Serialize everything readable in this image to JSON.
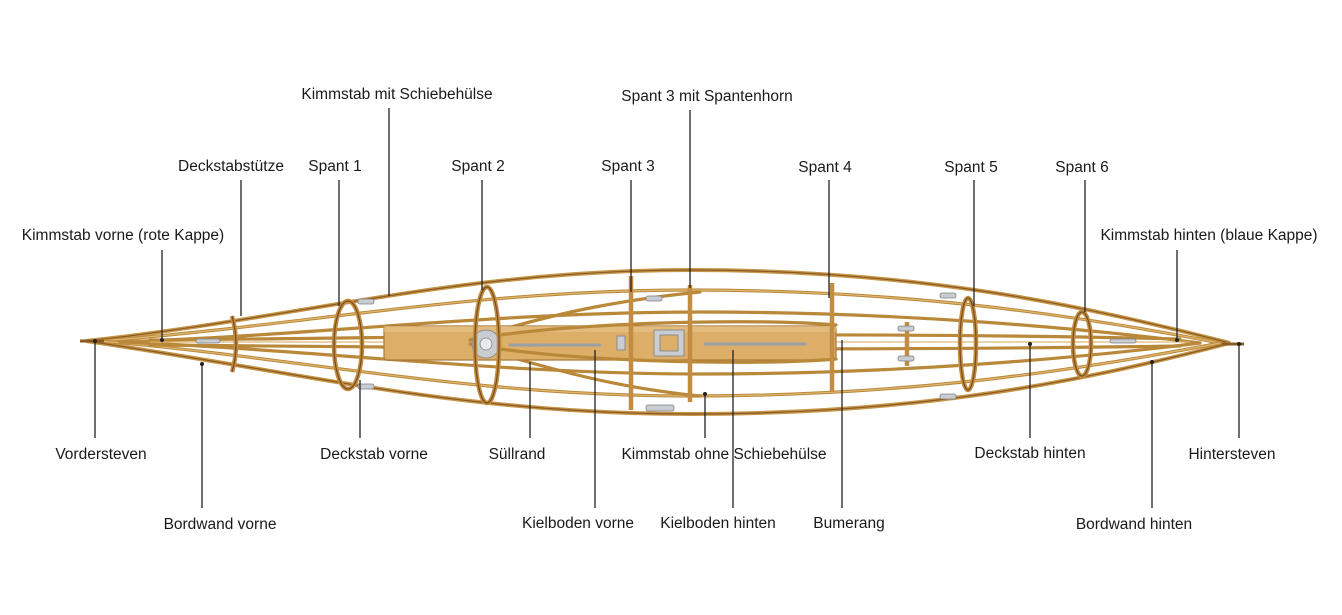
{
  "labels": {
    "kimmstab_schiebehuelse": "Kimmstab mit Schiebehülse",
    "spant3_spantenhorn": "Spant 3 mit Spantenhorn",
    "deckstabstuetze": "Deckstabstütze",
    "spant1": "Spant 1",
    "spant2": "Spant 2",
    "spant3": "Spant 3",
    "spant4": "Spant 4",
    "spant5": "Spant 5",
    "spant6": "Spant 6",
    "kimmstab_vorne": "Kimmstab vorne (rote Kappe)",
    "kimmstab_hinten": "Kimmstab hinten (blaue Kappe)",
    "vordersteven": "Vordersteven",
    "deckstab_vorne": "Deckstab vorne",
    "suellrand": "Süllrand",
    "kimmstab_ohne": "Kimmstab ohne Schiebehülse",
    "deckstab_hinten": "Deckstab hinten",
    "hintersteven": "Hintersteven",
    "bordwand_vorne": "Bordwand vorne",
    "kielboden_vorne": "Kielboden vorne",
    "kielboden_hinten": "Kielboden hinten",
    "bumerang": "Bumerang",
    "bordwand_hinten": "Bordwand hinten"
  },
  "colors": {
    "wood_light": "#e6c084",
    "wood_mid": "#c79548",
    "wood_dark": "#8a5a22",
    "keel_board": "#dcae68",
    "leader": "#222222"
  }
}
